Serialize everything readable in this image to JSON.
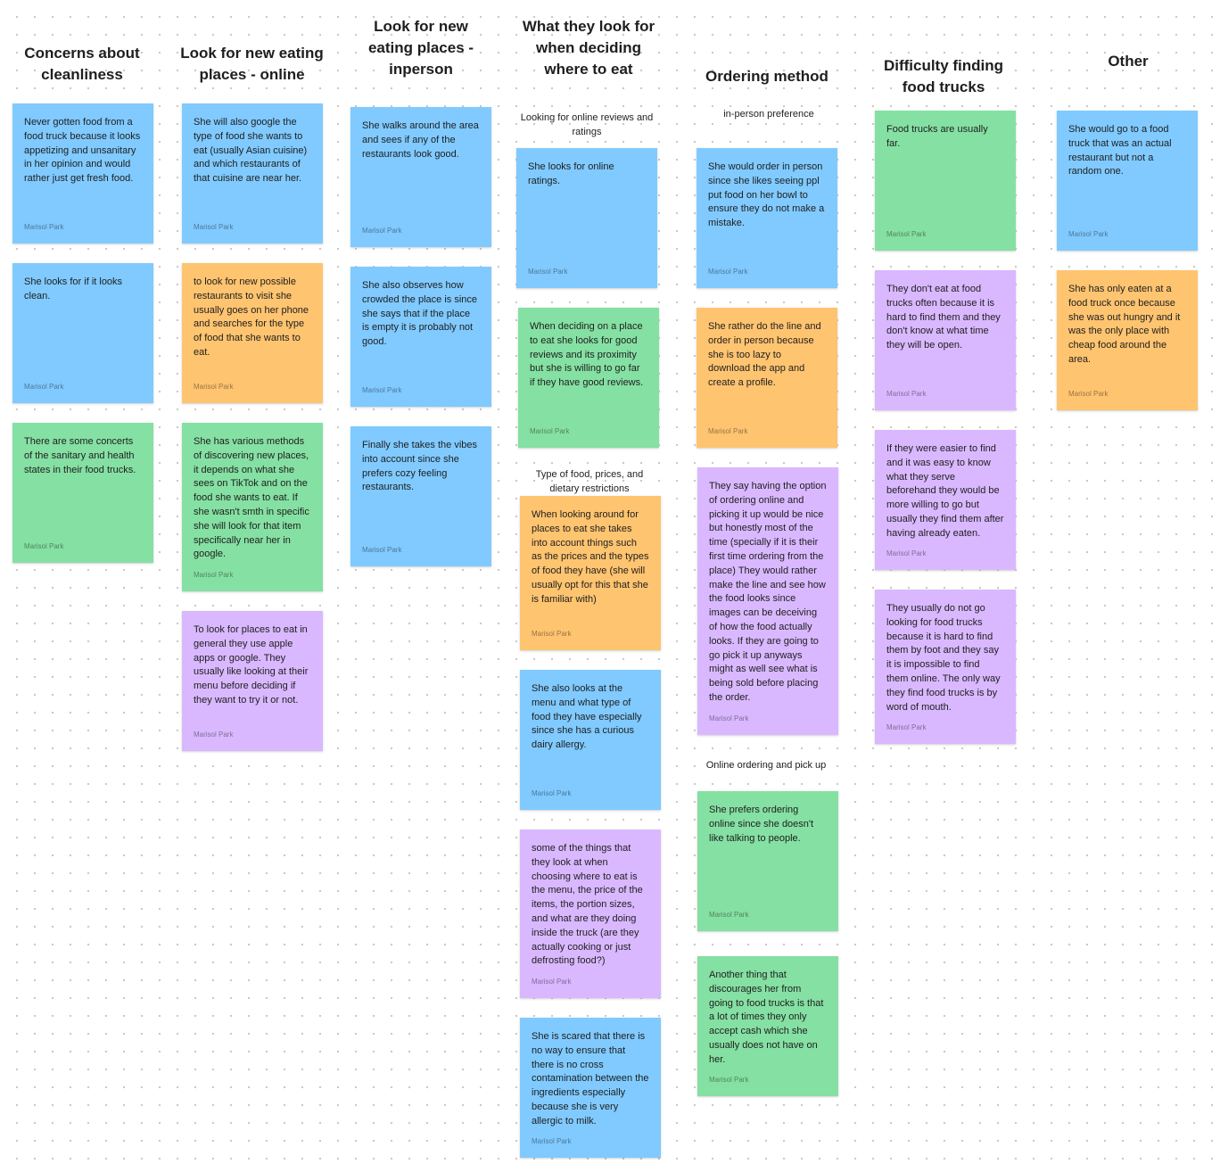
{
  "board": {
    "author": "Marisol Park",
    "colors": {
      "blue": "#80caff",
      "orange": "#ffc470",
      "green": "#85e0a3",
      "violet": "#d9b8ff"
    },
    "columns": [
      {
        "title": "Concerns about\ncleanliness",
        "stickies": [
          {
            "color": "blue",
            "text": "Never gotten food from a food truck because it looks appetizing and unsanitary in her opinion and would rather just get fresh food."
          },
          {
            "color": "blue",
            "text": "She looks for if it looks clean."
          },
          {
            "color": "green",
            "text": "There are some concerts of the sanitary and health states in their food trucks."
          }
        ]
      },
      {
        "title": "Look  for new eating\nplaces - online",
        "stickies": [
          {
            "color": "blue",
            "text": "She will also google the type of food she wants to eat (usually Asian cuisine) and which restaurants of that cuisine are near her."
          },
          {
            "color": "orange",
            "text": "to look for new possible restaurants to visit she usually goes on her phone and searches for the type of food that she wants to eat."
          },
          {
            "color": "green",
            "text": "She has various methods of discovering new places, it depends on what she sees on TikTok and on the food she wants to eat. If she wasn't smth in specific she will look for that item specifically near her in google."
          },
          {
            "color": "violet",
            "text": " To look for places to eat in general they use apple apps or google. They usually like looking at their menu before deciding if they want to try it or not."
          }
        ]
      },
      {
        "title": "Look  for new\neating places -\ninperson",
        "stickies": [
          {
            "color": "blue",
            "text": "She walks around the area and sees if any of the restaurants look good."
          },
          {
            "color": "blue",
            "text": "She also observes how crowded the place is since she says that if the place is empty it is probably not good."
          },
          {
            "color": "blue",
            "text": "Finally she takes the vibes into account since she prefers cozy feeling restaurants."
          }
        ]
      },
      {
        "title": "What they look for\nwhen deciding\nwhere to eat",
        "sections": [
          {
            "label": "Looking for online reviews and ratings",
            "stickies": [
              {
                "color": "blue",
                "text": "She looks for online ratings."
              },
              {
                "color": "green",
                "text": "When deciding on a place to eat she looks for good reviews and its proximity but she is willing to go far if they have good reviews."
              }
            ]
          },
          {
            "label": "Type of food, prices, and dietary restrictions",
            "stickies": [
              {
                "color": "orange",
                "text": "When looking around for places to eat she takes into account things such as the prices and the types of food they have (she will usually opt for this that she is familiar with)"
              },
              {
                "color": "blue",
                "text": "She also looks at the menu and what type of food they have especially since she has a curious dairy allergy."
              },
              {
                "color": "violet",
                "text": "some of the things that they look at when choosing where to eat is the menu, the price of the items, the portion sizes, and what are they doing inside the truck (are they actually cooking or just defrosting food?)"
              },
              {
                "color": "blue",
                "text": "She is scared that there is no way to ensure that there is no cross contamination between the ingredients especially because she is very allergic to milk."
              }
            ]
          }
        ]
      },
      {
        "title": "Ordering method",
        "sections": [
          {
            "label": "in-person preference",
            "stickies": [
              {
                "color": "blue",
                "text": "She would order in person since she likes seeing ppl put food on her bowl to ensure they do not make a mistake."
              },
              {
                "color": "orange",
                "text": "She rather do the line and order in person because she is too lazy to download the app and create a profile."
              },
              {
                "color": "violet",
                "text": "They say having the option of ordering online and picking it up would be nice but honestly most of the time (specially if it is their first time ordering from the place) They would rather make the line and see how the food looks since images can be deceiving of how the food actually looks. If they are going to go pick it up anyways might as well see what is being sold before placing the order."
              }
            ]
          },
          {
            "label": "Online ordering and pick up",
            "stickies": [
              {
                "color": "green",
                "text": "She prefers ordering online since she doesn't like talking to people."
              },
              {
                "color": "green",
                "text": "Another thing that discourages her from going to food trucks is that a lot of times they only accept cash which she usually does not have on her."
              }
            ]
          }
        ]
      },
      {
        "title": "Difficulty finding\nfood trucks",
        "stickies": [
          {
            "color": "green",
            "text": "Food trucks are usually far."
          },
          {
            "color": "violet",
            "text": "They don't eat at food trucks often because it is hard to find them and they don't know at what time they will be open."
          },
          {
            "color": "violet",
            "text": "If they were easier to find and it was easy to know what they serve beforehand  they would be more willing to go but usually they find them after having already eaten."
          },
          {
            "color": "violet",
            "text": "They usually do not go looking for food trucks because it is hard to find them by foot and they say it is impossible to find them online. The only way they find food trucks is by word of mouth."
          }
        ]
      },
      {
        "title": "Other",
        "stickies": [
          {
            "color": "blue",
            "text": "She would go to a food truck that was an actual restaurant but not a random one."
          },
          {
            "color": "orange",
            "text": "She has only eaten at a food truck once because she was out hungry and it was the only place with cheap food around the area."
          }
        ]
      }
    ]
  }
}
